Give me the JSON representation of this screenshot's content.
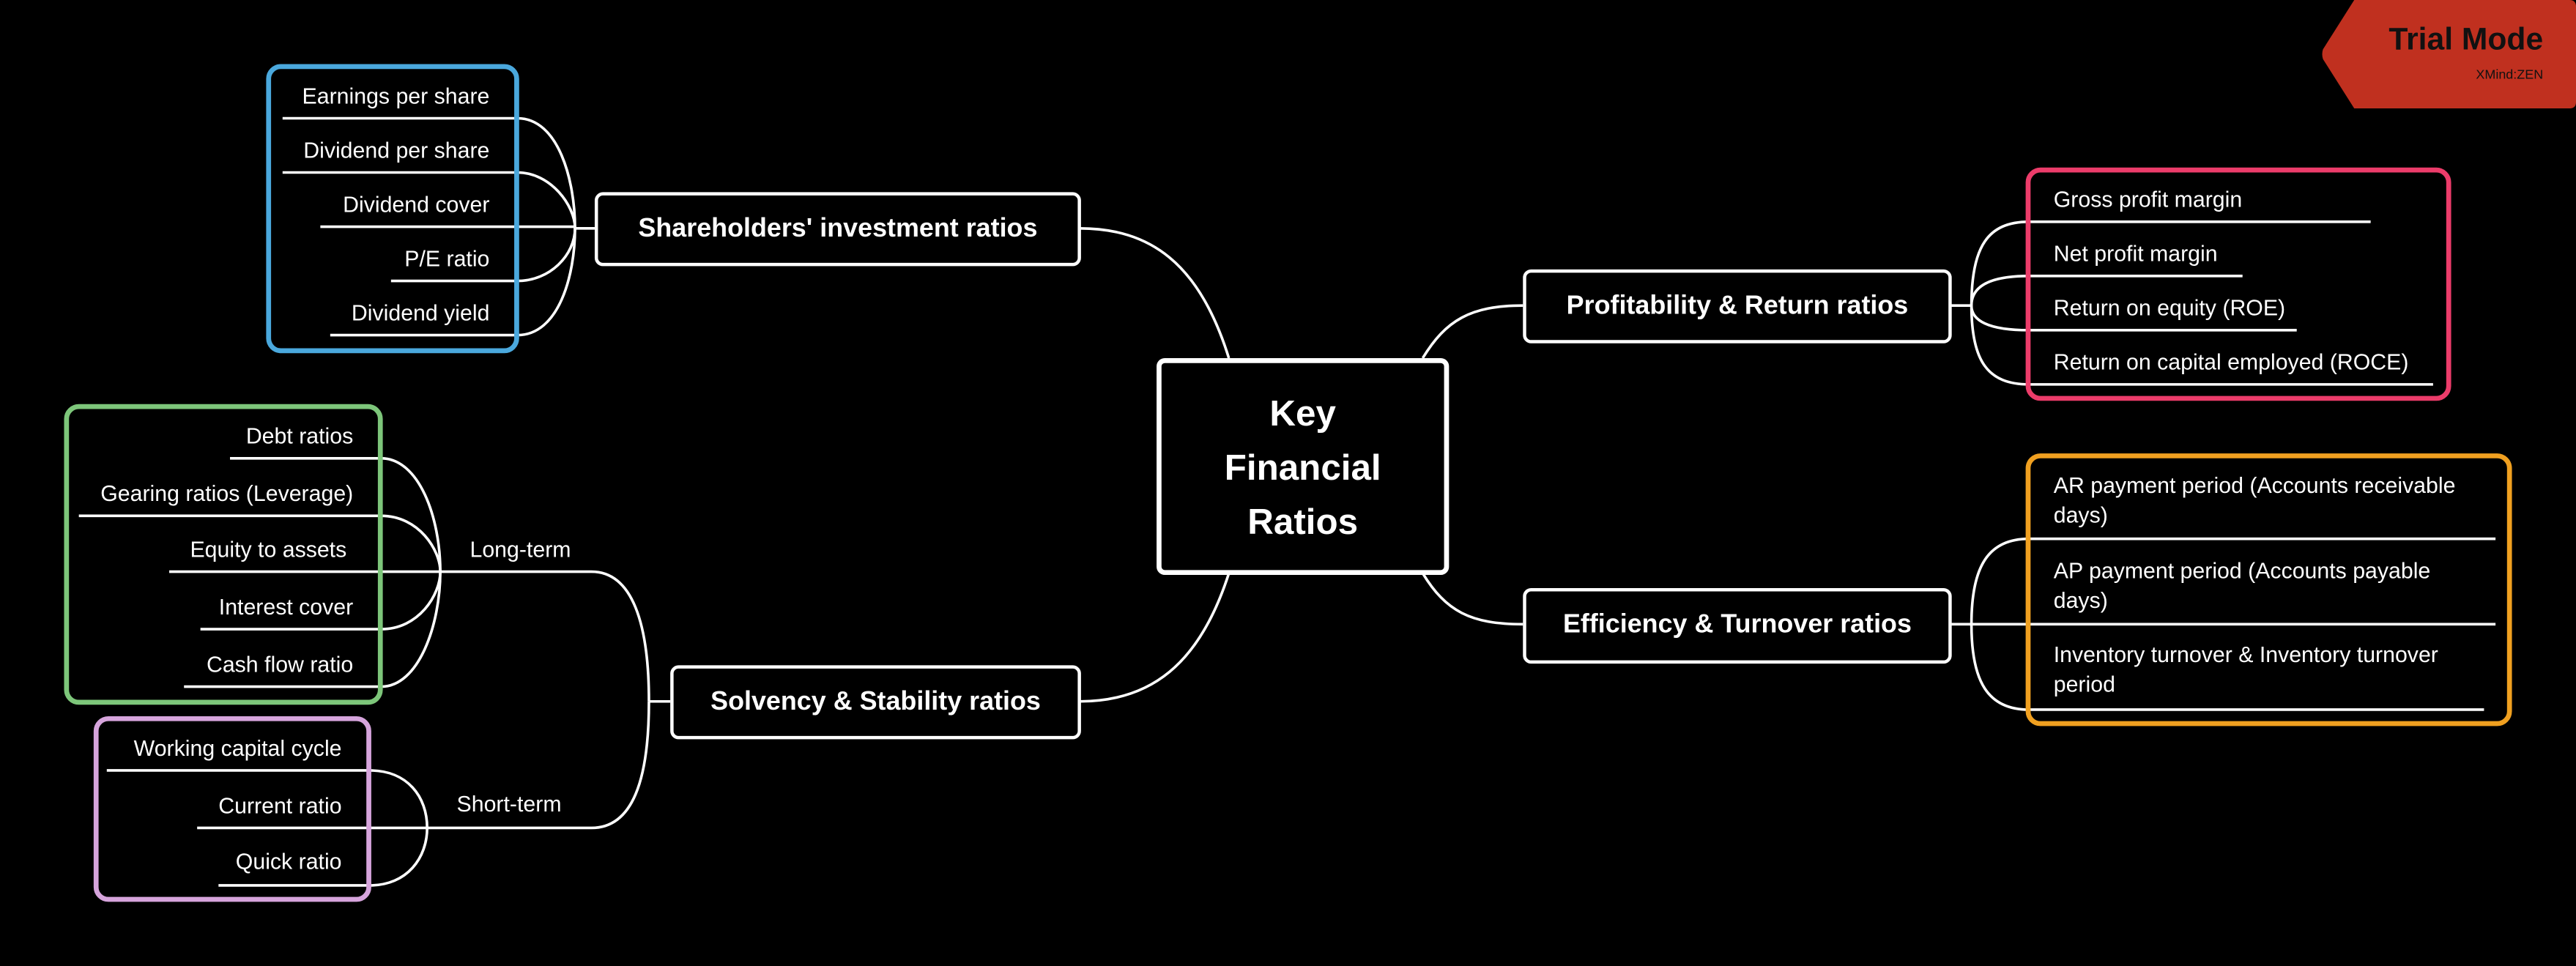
{
  "central": {
    "line1": "Key",
    "line2": "Financial",
    "line3": "Ratios"
  },
  "branches": {
    "shareholders": {
      "label": "Shareholders' investment ratios",
      "color": "#4aa8dd",
      "items": [
        "Earnings per share",
        "Dividend per share",
        "Dividend cover",
        "P/E ratio",
        "Dividend yield"
      ]
    },
    "profitability": {
      "label": "Profitability & Return ratios",
      "color": "#ec3c6a",
      "items": [
        "Gross profit margin",
        "Net profit margin",
        "Return on equity (ROE)",
        "Return on capital employed (ROCE)"
      ]
    },
    "efficiency": {
      "label": "Efficiency & Turnover ratios",
      "color": "#f0a020",
      "items": [
        "AR payment period (Accounts receivable days)",
        "AP payment period (Accounts payable days)",
        "Inventory turnover & Inventory turnover period"
      ]
    },
    "solvency": {
      "label": "Solvency & Stability ratios",
      "long_term": {
        "label": "Long-term",
        "color": "#7dc67a",
        "items": [
          "Debt ratios",
          "Gearing ratios (Leverage)",
          "Equity to assets",
          "Interest cover",
          "Cash flow ratio"
        ]
      },
      "short_term": {
        "label": "Short-term",
        "color": "#d6a4dc",
        "items": [
          "Working capital cycle",
          "Current ratio",
          "Quick ratio"
        ]
      }
    }
  },
  "badge": {
    "title": "Trial Mode",
    "brand": "XMind:ZEN",
    "color": "#c0301f"
  }
}
